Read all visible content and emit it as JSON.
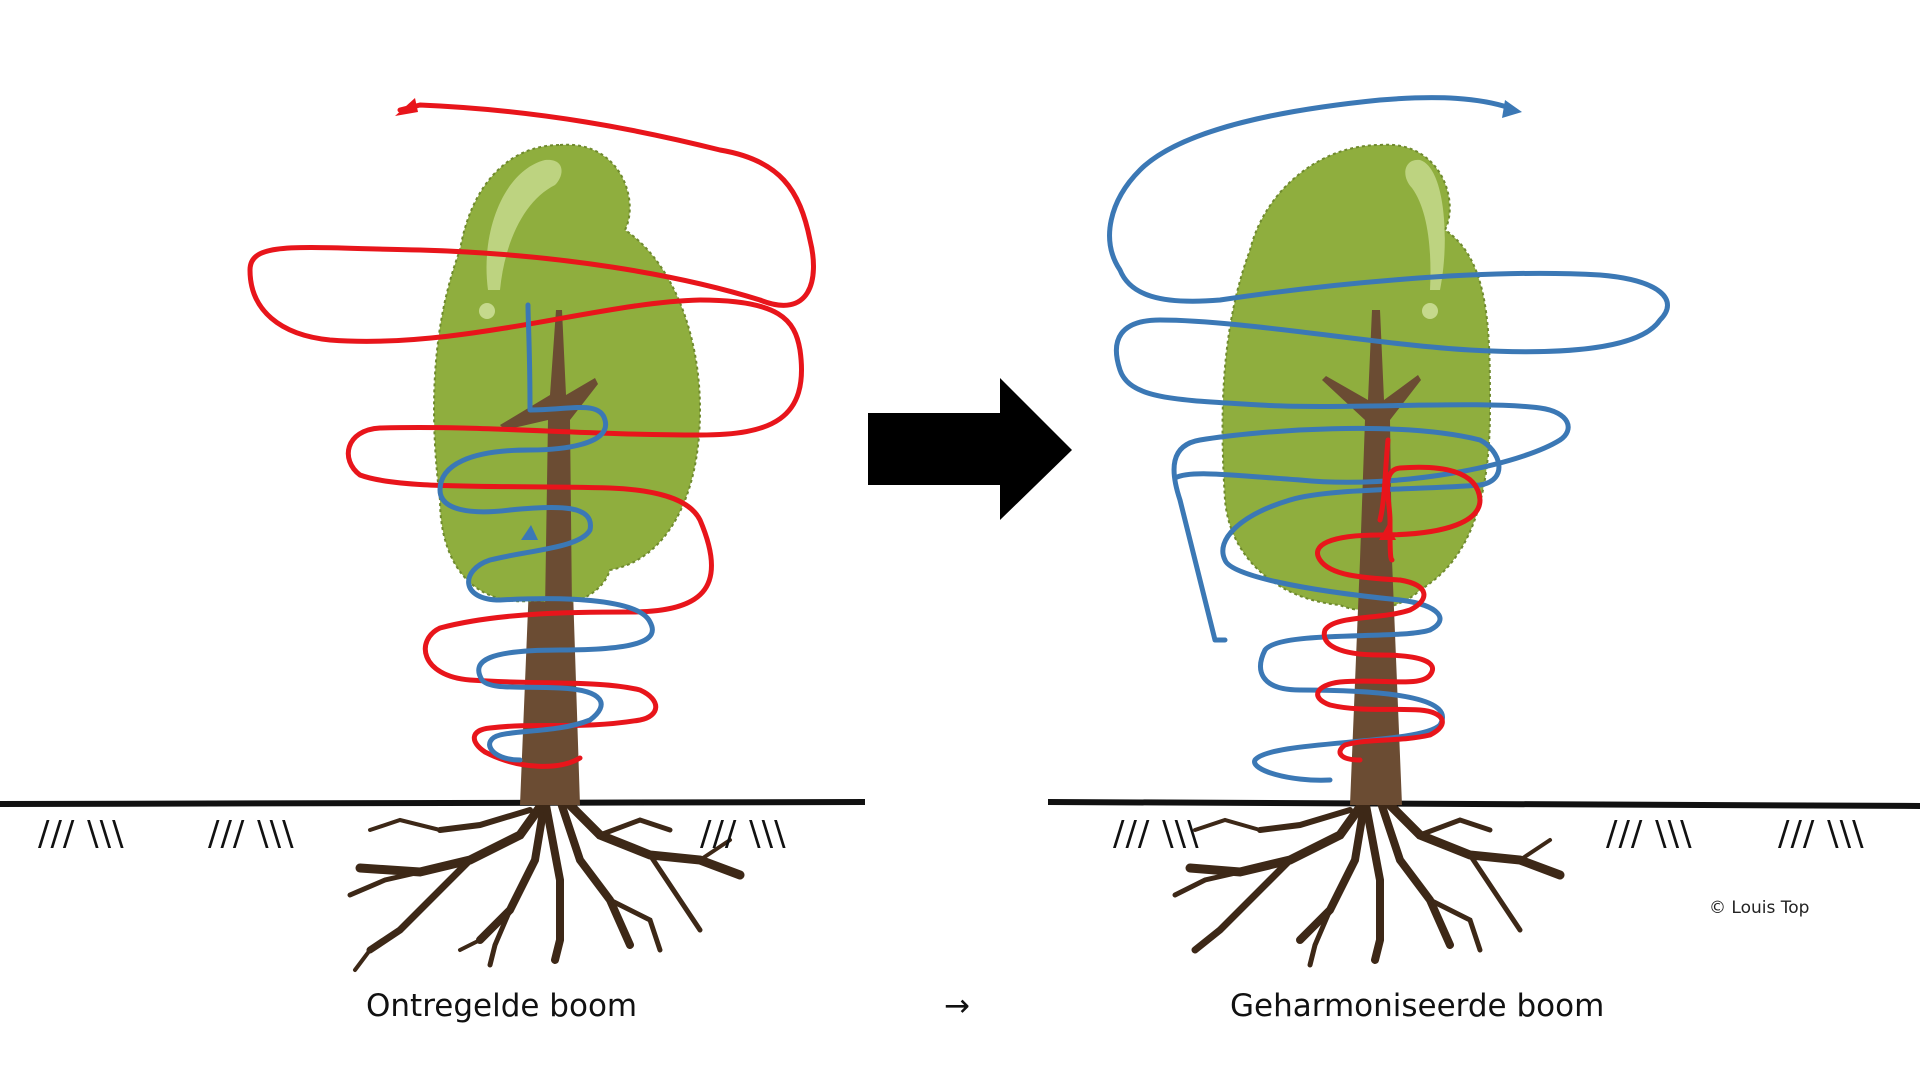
{
  "captions": {
    "left": "Ontregelde boom",
    "arrow": "→",
    "right": "Geharmoniseerde boom"
  },
  "copyright": "© Louis Top",
  "ground_hatch": "/// \\\\\\",
  "colors": {
    "foliage": "#8fae3e",
    "foliage_edge": "#6f8a2e",
    "highlight": "#c5d98c",
    "trunk": "#6b4c33",
    "roots": "#3d2817",
    "red_flow": "#e8151b",
    "blue_flow": "#3b78b5",
    "arrow": "#000000"
  },
  "icons": {
    "transition_arrow": "block-arrow-right-icon",
    "tree": "tree-icon"
  }
}
